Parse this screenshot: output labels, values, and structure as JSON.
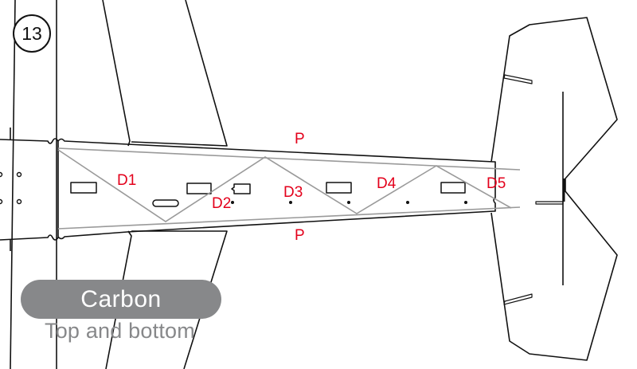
{
  "step": {
    "number": "13"
  },
  "material": {
    "name": "Carbon",
    "placement": "Top and bottom"
  },
  "labels": {
    "p_top": "P",
    "p_bottom": "P",
    "d1": "D1",
    "d2": "D2",
    "d3": "D3",
    "d4": "D4",
    "d5": "D5"
  },
  "colors": {
    "outline": "#111111",
    "reinforcement": "#9a9a9a",
    "label_red": "#e3001b",
    "pill_gray": "#87888a"
  }
}
